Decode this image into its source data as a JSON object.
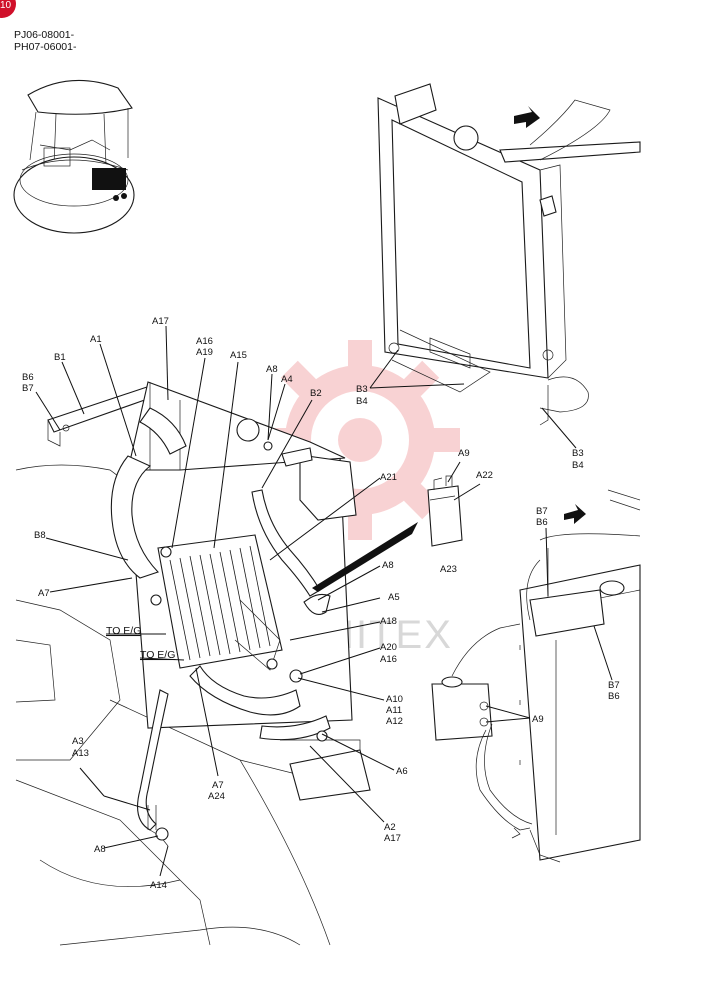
{
  "page_badge": "10",
  "serial_numbers": [
    "PJ06-08001-",
    "PH07-06001-"
  ],
  "watermark_text": "EMITEX",
  "colors": {
    "badge": "#d0102a",
    "watermark": "#f4aeb0",
    "ink": "#111111"
  },
  "callouts": {
    "A1": "A1",
    "A17_top": "A17",
    "A16_top": "A16",
    "A19": "A19",
    "A15": "A15",
    "A8_top": "A8",
    "A4": "A4",
    "B2": "B2",
    "B1": "B1",
    "B6_left": "B6",
    "B7_left": "B7",
    "B8": "B8",
    "A7_left": "A7",
    "A21": "A21",
    "A8_mid": "A8",
    "A5": "A5",
    "A18": "A18",
    "A20": "A20",
    "A16_mid": "A16",
    "A10": "A10",
    "A11": "A11",
    "A12": "A12",
    "A6": "A6",
    "A2": "A2",
    "A17_bottom": "A17",
    "A7_bottom": "A7",
    "A24": "A24",
    "A3": "A3",
    "A13": "A13",
    "A8_bottom": "A8",
    "A14": "A14",
    "B3_mid": "B3",
    "B4_mid": "B4",
    "B3_right": "B3",
    "B4_right": "B4",
    "A9_top": "A9",
    "A22": "A22",
    "A23": "A23",
    "B7_right_top": "B7",
    "B6_right_top": "B6",
    "B7_right": "B7",
    "B6_right": "B6",
    "A9_right": "A9"
  },
  "to_eg_labels": [
    "TO E/G",
    "TO E/G"
  ]
}
